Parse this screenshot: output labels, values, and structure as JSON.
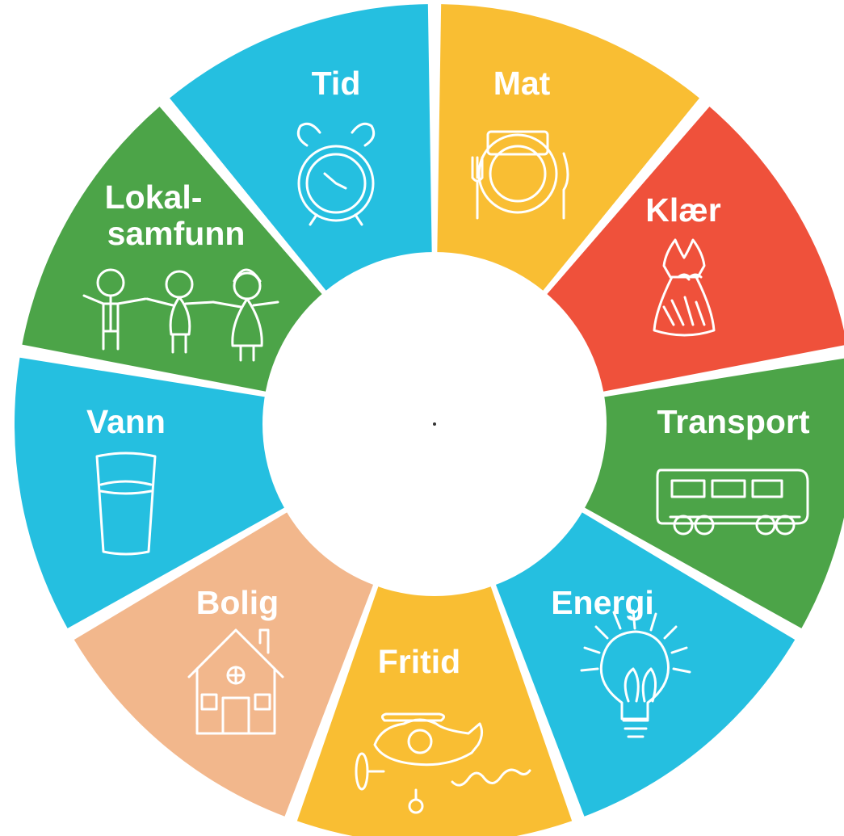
{
  "wheel": {
    "segments": [
      {
        "label_lines": [
          "Mat"
        ],
        "color": "#F9BE33",
        "icon": "plate-cutlery-icon"
      },
      {
        "label_lines": [
          "Klær"
        ],
        "color": "#EF513B",
        "icon": "dress-icon"
      },
      {
        "label_lines": [
          "Transport"
        ],
        "color": "#4CA448",
        "icon": "bus-icon"
      },
      {
        "label_lines": [
          "Energi"
        ],
        "color": "#25BFE0",
        "icon": "lightbulb-icon"
      },
      {
        "label_lines": [
          "Fritid"
        ],
        "color": "#F9BE33",
        "icon": "airplane-icon"
      },
      {
        "label_lines": [
          "Bolig"
        ],
        "color": "#F2B78C",
        "icon": "house-icon"
      },
      {
        "label_lines": [
          "Vann"
        ],
        "color": "#25BFE0",
        "icon": "water-glass-icon"
      },
      {
        "label_lines": [
          "Lokal-",
          "samfunn"
        ],
        "color": "#4CA448",
        "icon": "children-holding-hands-icon"
      },
      {
        "label_lines": [
          "Tid"
        ],
        "color": "#25BFE0",
        "icon": "alarm-clock-icon"
      }
    ]
  }
}
